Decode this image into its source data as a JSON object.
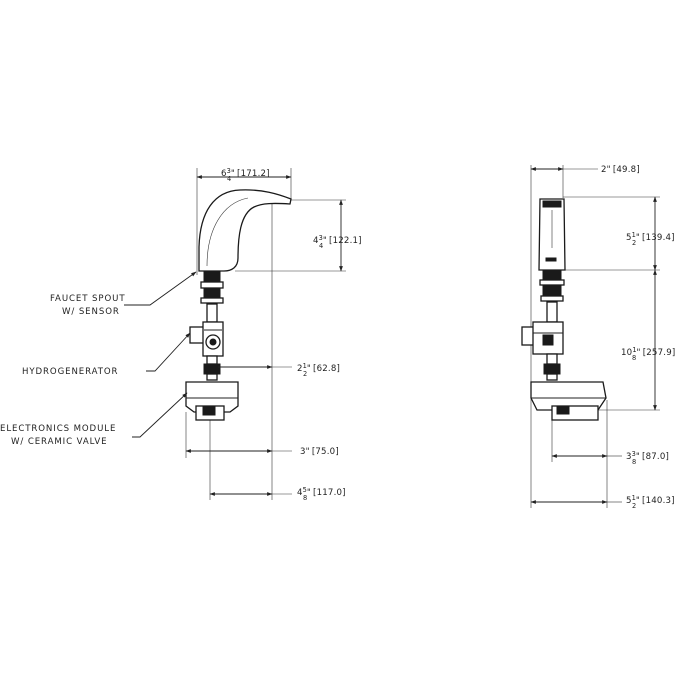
{
  "callouts": {
    "spout_line1": "FAUCET SPOUT",
    "spout_line2": "W/ SENSOR",
    "hydrogenerator": "HYDROGENERATOR",
    "module_line1": "ELECTRONICS MODULE",
    "module_line2": "W/ CERAMIC VALVE"
  },
  "dimensions": {
    "side_reach": {
      "whole": "6",
      "num": "3",
      "den": "4",
      "metric": "[171.2]"
    },
    "side_spout_height": {
      "whole": "4",
      "num": "3",
      "den": "4",
      "metric": "[122.1]"
    },
    "side_generator": {
      "whole": "2",
      "num": "1",
      "den": "2",
      "metric": "[62.8]"
    },
    "side_module": {
      "whole": "3",
      "num": "",
      "den": "",
      "metric": "[75.0]"
    },
    "side_overall": {
      "whole": "4",
      "num": "5",
      "den": "8",
      "metric": "[117.0]"
    },
    "front_width": {
      "whole": "2",
      "num": "",
      "den": "",
      "metric": "[49.8]"
    },
    "front_spout_height": {
      "whole": "5",
      "num": "1",
      "den": "2",
      "metric": "[139.4]"
    },
    "front_below_deck": {
      "whole": "10",
      "num": "1",
      "den": "8",
      "metric": "[257.9]"
    },
    "front_module": {
      "whole": "3",
      "num": "3",
      "den": "8",
      "metric": "[87.0]"
    },
    "front_overall": {
      "whole": "5",
      "num": "1",
      "den": "2",
      "metric": "[140.3]"
    }
  },
  "units": {
    "inch_mark": "\""
  }
}
